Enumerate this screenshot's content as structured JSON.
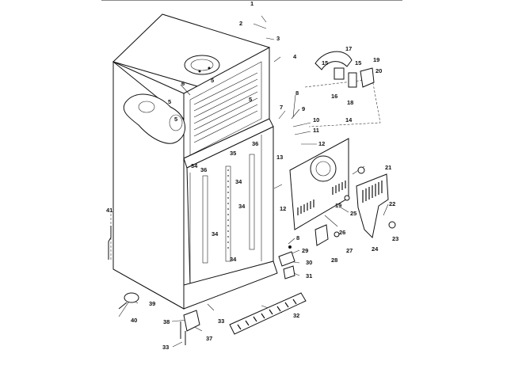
{
  "diagram": {
    "callouts": [
      "1",
      "2",
      "3",
      "4",
      "5",
      "5",
      "5",
      "5",
      "6",
      "7",
      "8",
      "9",
      "10",
      "11",
      "12",
      "12",
      "13",
      "14",
      "15",
      "15",
      "16",
      "17",
      "18",
      "19",
      "19",
      "20",
      "21",
      "22",
      "23",
      "24",
      "25",
      "26",
      "27",
      "28",
      "8",
      "29",
      "30",
      "31",
      "32",
      "33",
      "33",
      "34",
      "34",
      "34",
      "34",
      "34",
      "35",
      "36",
      "36",
      "37",
      "38",
      "39",
      "40",
      "41"
    ]
  }
}
